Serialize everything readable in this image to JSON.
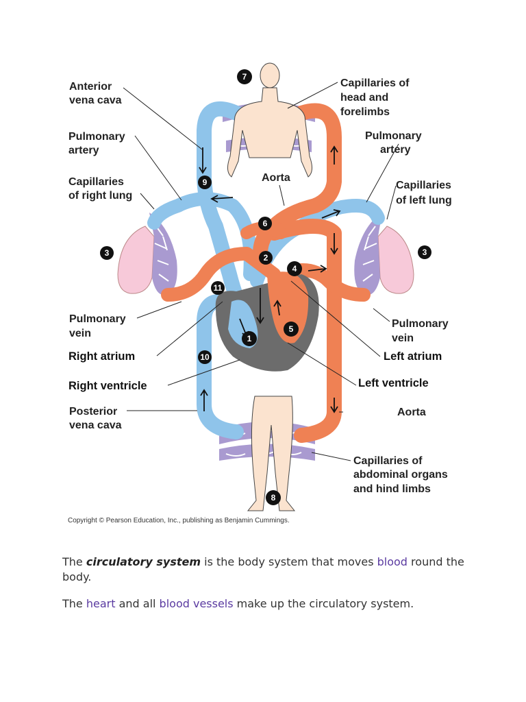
{
  "diagram": {
    "labels": {
      "anterior_vena_cava": [
        "Anterior",
        "vena cava"
      ],
      "pulmonary_artery_left_side": [
        "Pulmonary",
        "artery"
      ],
      "capillaries_right_lung": [
        "Capillaries",
        "of right lung"
      ],
      "pulmonary_vein_left_side": [
        "Pulmonary",
        "vein"
      ],
      "right_atrium": "Right atrium",
      "right_ventricle": "Right ventricle",
      "posterior_vena_cava": [
        "Posterior",
        "vena cava"
      ],
      "capillaries_head": [
        "Capillaries of",
        "head and",
        "forelimbs"
      ],
      "pulmonary_artery_right_side": [
        "Pulmonary",
        "artery"
      ],
      "aorta_top": "Aorta",
      "capillaries_left_lung": [
        "Capillaries",
        "of left lung"
      ],
      "pulmonary_vein_right_side": [
        "Pulmonary",
        "vein"
      ],
      "left_atrium": "Left atrium",
      "left_ventricle": "Left ventricle",
      "aorta_bottom": "Aorta",
      "capillaries_abdominal": [
        "Capillaries of",
        "abdominal organs",
        "and hind limbs"
      ]
    },
    "markers": [
      "7",
      "9",
      "6",
      "2",
      "4",
      "3",
      "3",
      "11",
      "1",
      "5",
      "10",
      "8"
    ],
    "copyright": "Copyright © Pearson Education, Inc., publishing as Benjamin Cummings.",
    "colors": {
      "deoxygenated": "#8fc4ea",
      "oxygenated": "#ef8154",
      "capillary": "#a99ad0",
      "lung": "#f7c9d9",
      "heart": "#6c6c6c",
      "skin": "#fbe3cf"
    }
  },
  "text": {
    "p1": {
      "pre": "The ",
      "term": "circulatory system",
      "mid": " is the body system that moves ",
      "link": "blood",
      "post": " round the body."
    },
    "p2": {
      "pre": "The ",
      "link1": "heart",
      "mid": " and all ",
      "link2": "blood vessels",
      "post": " make up the circulatory system."
    }
  }
}
